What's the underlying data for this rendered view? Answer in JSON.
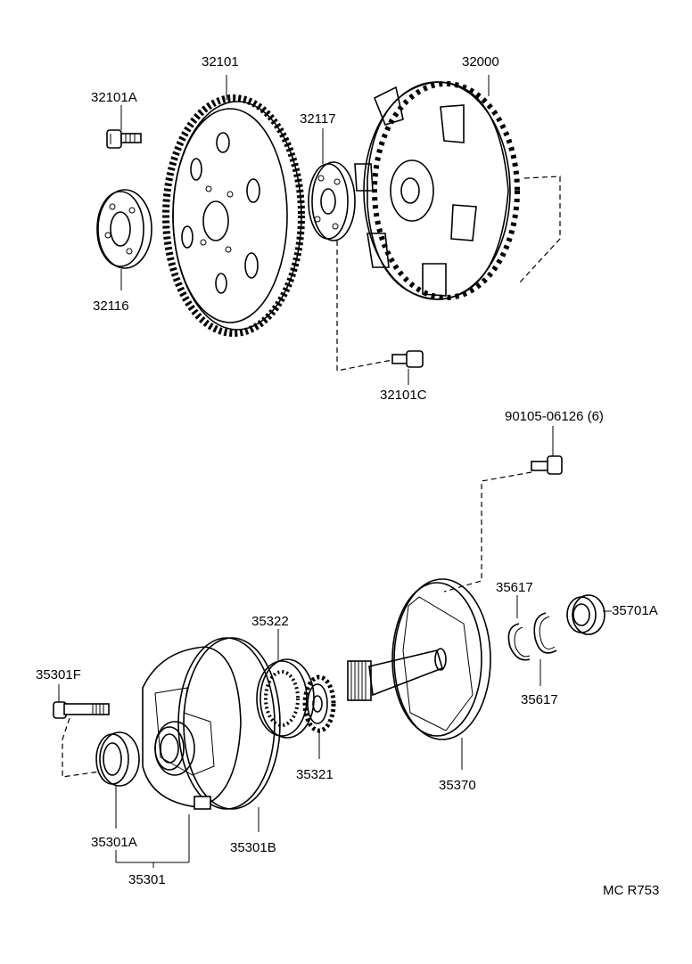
{
  "labels": {
    "p32101A": "32101A",
    "p32101": "32101",
    "p32116": "32116",
    "p32117": "32117",
    "p32000": "32000",
    "p32101C": "32101C",
    "p90105": "90105-06126 (6)",
    "p35617a": "35617",
    "p35701A": "35701A",
    "p35617b": "35617",
    "p35322": "35322",
    "p35301F": "35301F",
    "p35321": "35321",
    "p35370": "35370",
    "p35301A": "35301A",
    "p35301B": "35301B",
    "p35301": "35301",
    "code": "MC R753"
  }
}
